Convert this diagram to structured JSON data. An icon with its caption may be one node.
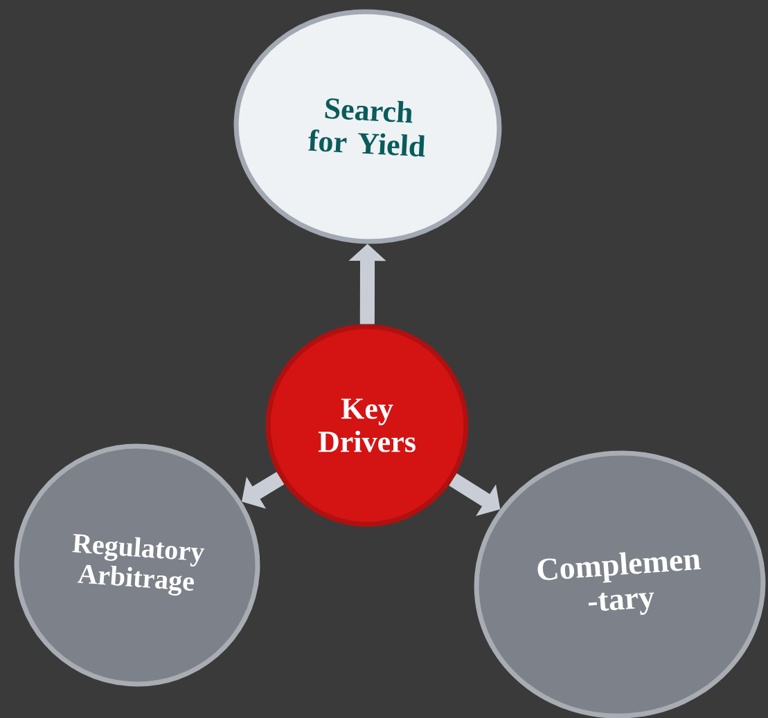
{
  "diagram": {
    "nodes": [
      {
        "text": [
          "Search for Yield"
        ]
      },
      {
        "text": [
          "Key Drivers"
        ]
      },
      {
        "text": [
          "Regulatory Arbitrage"
        ]
      },
      {
        "text": [
          "Complemen -tary"
        ]
      }
    ],
    "edges": [
      {
        "from": 1,
        "to": 0,
        "arrow": "to"
      },
      {
        "from": 1,
        "to": 2,
        "arrow": "to"
      },
      {
        "from": 1,
        "to": 3,
        "arrow": "to"
      }
    ]
  }
}
